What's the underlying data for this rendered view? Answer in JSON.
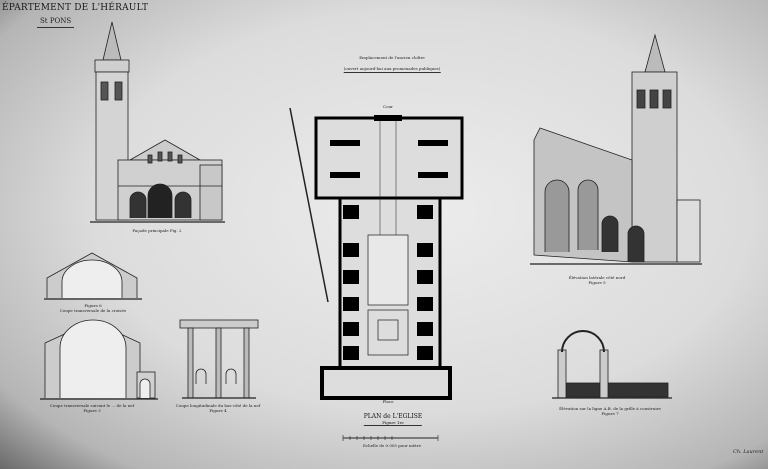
{
  "header": {
    "department": "ÉPARTEMENT DE L'HÉRAULT",
    "town": "St PONS"
  },
  "top_note": {
    "line1": "Emplacement de l'ancien cloître",
    "line2": "(ouvert aujourd'hui aux promenades publiques)"
  },
  "plan": {
    "title": "PLAN de L'EGLISE",
    "figure": "Figure 1re",
    "scale_note": "Echelle de 0.005 pour mètre",
    "top_label": "Cour",
    "bottom_label": "Place"
  },
  "figures": [
    {
      "id": "facade",
      "caption": "Façade principale",
      "figure": "Fig. 2"
    },
    {
      "id": "transept-section",
      "caption": "Coupe transversale de la croisée",
      "figure": "Figure 6"
    },
    {
      "id": "nave-section",
      "caption": "Coupe transversale suivant le ... de la nef",
      "figure": "Figure 3"
    },
    {
      "id": "long-section",
      "caption": "Coupe longitudinale du bas-côté de la nef",
      "figure": "Figure 4"
    },
    {
      "id": "north-elevation",
      "caption": "Élévation latérale côté nord",
      "figure": "Figure 5"
    },
    {
      "id": "grille-elevation",
      "caption": "Élévation sur la ligne A.B. de la grille à construire",
      "figure": "Figure 7"
    }
  ],
  "signature": "Ch. Laurent",
  "colors": {
    "ink": "#111111",
    "paper": "#e4e4e4"
  }
}
